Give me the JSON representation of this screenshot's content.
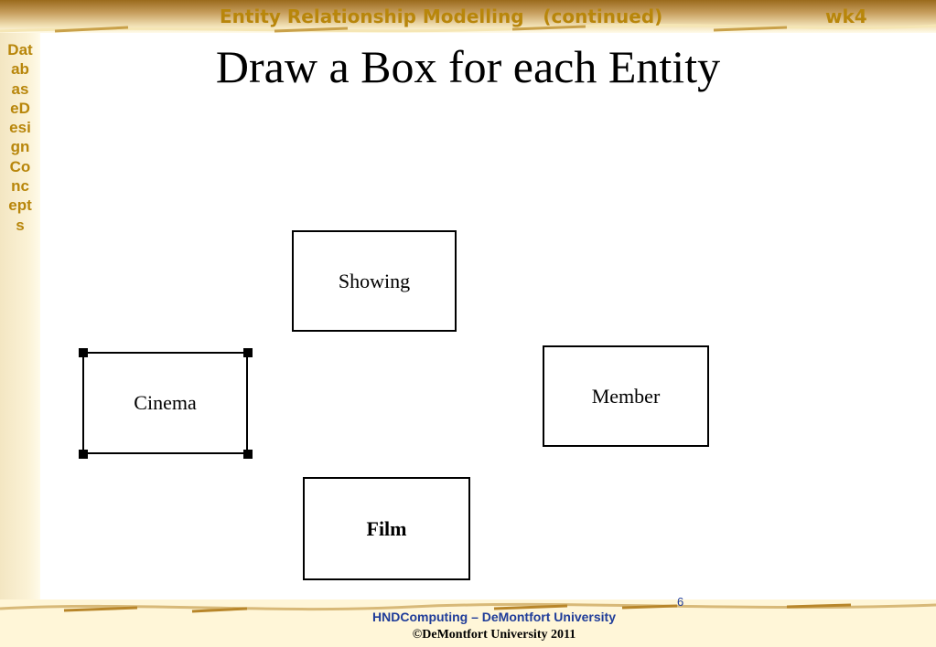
{
  "header": {
    "title": "Entity Relationship Modelling   (continued)",
    "week": "wk4"
  },
  "side_text": "DatabaseDesignConcepts",
  "slide": {
    "heading": "Draw a Box for each Entity",
    "page_number": "6"
  },
  "diagram": {
    "entities": [
      {
        "id": "showing",
        "label": "Showing",
        "selected": false
      },
      {
        "id": "cinema",
        "label": "Cinema",
        "selected": true
      },
      {
        "id": "member",
        "label": "Member",
        "selected": false
      },
      {
        "id": "film",
        "label": "Film",
        "selected": false
      }
    ]
  },
  "footer": {
    "line1": "HNDComputing – DeMontfort  University",
    "line2": "©DeMontfort University 2011"
  },
  "colors": {
    "header_text": "#b8860b",
    "footer_text": "#1f3c99",
    "band": "#c8a060"
  }
}
